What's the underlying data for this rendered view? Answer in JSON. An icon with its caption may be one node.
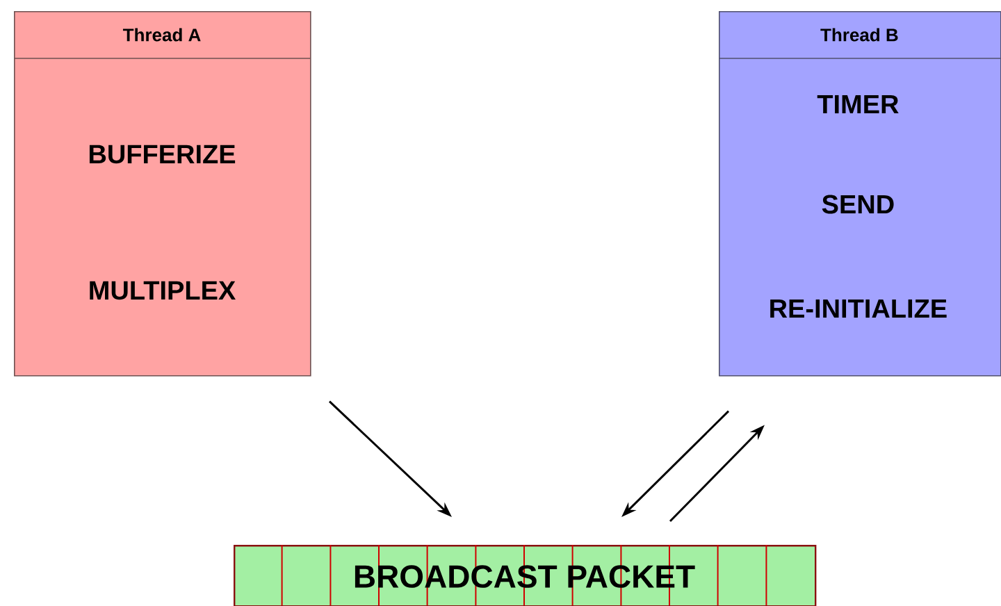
{
  "diagram": {
    "nodes": [
      {
        "text": [
          "Thread A",
          "BUFFERIZE",
          "MULTIPLEX"
        ]
      },
      {
        "text": [
          "Thread B",
          "TIMER",
          "SEND",
          "RE-INITIALIZE"
        ]
      },
      {
        "text": [
          "BROADCAST PACKET"
        ]
      }
    ],
    "edges": [
      {
        "from": 0,
        "to": 2,
        "arrow": "to"
      },
      {
        "from": 1,
        "to": 2,
        "arrow": "to"
      },
      {
        "from": 2,
        "to": 1,
        "arrow": "to"
      }
    ]
  }
}
